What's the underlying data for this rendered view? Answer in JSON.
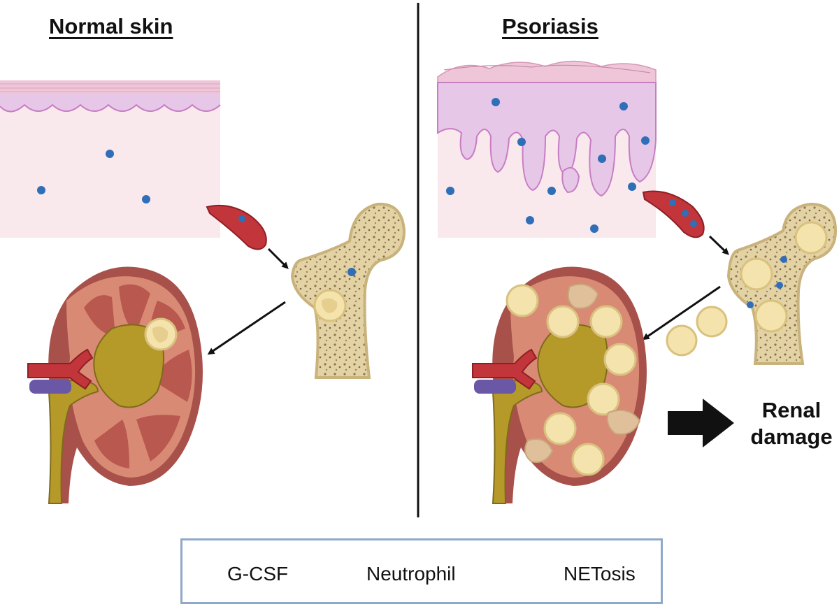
{
  "panels": {
    "left_title": "Normal skin",
    "right_title": "Psoriasis"
  },
  "outcome": {
    "line1": "Renal",
    "line2": "damage"
  },
  "legend": {
    "items": [
      {
        "label": "G-CSF",
        "symbol": "blue-dot"
      },
      {
        "label": "Neutrophil",
        "symbol": "neutrophil"
      },
      {
        "label": "NETosis",
        "symbol": "netosis"
      }
    ]
  },
  "colors": {
    "gcsf": "#2f6fb8",
    "neutrophil_fill": "#f4e3ad",
    "neutrophil_edge": "#d9c27f",
    "epidermis": "#e8c6e6",
    "dermis": "#f8e6ea",
    "vessel": "#c2353a",
    "bone": "#e8d8ad",
    "kidney_cortex": "#d98a75",
    "kidney_medulla": "#b8584f",
    "kidney_pelvis": "#b59a2a",
    "vein": "#6a57a6",
    "arrow": "#111111"
  }
}
